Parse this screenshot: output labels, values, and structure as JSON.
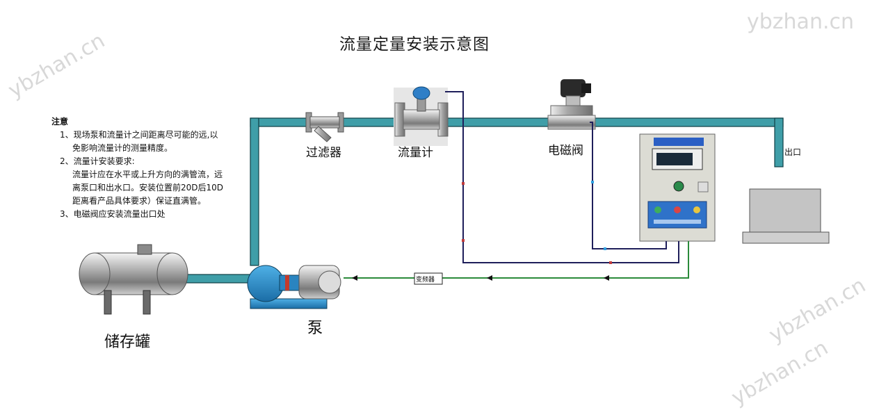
{
  "title": "流量定量安装示意图",
  "notes": {
    "heading": "注意",
    "item1_l1": "1、现场泵和流量计之间距离尽可能的远,以",
    "item1_l2": "免影响流量计的测量精度。",
    "item2_l1": "2、流量计安装要求:",
    "item2_l2": "流量计应在水平或上升方向的满管流，远",
    "item2_l3": "离泵口和出水口。安装位置前20D后10D",
    "item2_l4": "距离看产品具体要求）保证直满管。",
    "item3": "3、电磁阀应安装流量出口处"
  },
  "labels": {
    "filter": "过滤器",
    "flowmeter": "流量计",
    "solenoid_valve": "电磁阀",
    "outlet": "出口",
    "tank": "储存罐",
    "pump": "泵",
    "vfd": "变频器"
  },
  "watermarks": {
    "top_right": "ybzhan.cn",
    "left": "ybzhan.cn",
    "mid_right": "ybzhan.cn",
    "bottom_right": "ybzhan.cn"
  },
  "colors": {
    "pipe": "#3f9ea8",
    "pipe_edge": "#0f3f45",
    "signal_wire": "#1e1e5a",
    "power_wire": "#2a8a3a",
    "box_body": "#dcdcd4",
    "outlet_box": "#c4c4c4"
  }
}
